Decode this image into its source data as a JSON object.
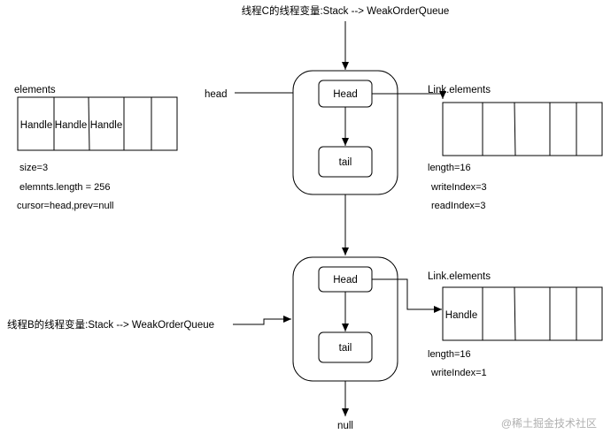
{
  "diagram": {
    "top_label": "线程C的线程变量:Stack --> WeakOrderQueue",
    "left_label": "线程B的线程变量:Stack --> WeakOrderQueue",
    "head_label": "head",
    "null_label": "null",
    "elements": {
      "title": "elements",
      "cells": [
        "Handle",
        "Handle",
        "Handle",
        "",
        ""
      ],
      "info": [
        "size=3",
        "elemnts.length = 256",
        "cursor=head,prev=null"
      ]
    },
    "queue_c": {
      "head": "Head",
      "tail": "tail"
    },
    "queue_b": {
      "head": "Head",
      "tail": "tail"
    },
    "link_c": {
      "title": "Link.elements",
      "cells": [
        "",
        "",
        "",
        "",
        ""
      ],
      "info": [
        "length=16",
        "writeIndex=3",
        "readIndex=3"
      ]
    },
    "link_b": {
      "title": "Link.elements",
      "cells": [
        "Handle",
        "",
        "",
        "",
        ""
      ],
      "info": [
        "length=16",
        "writeIndex=1"
      ]
    },
    "watermark": "@稀土掘金技术社区"
  }
}
